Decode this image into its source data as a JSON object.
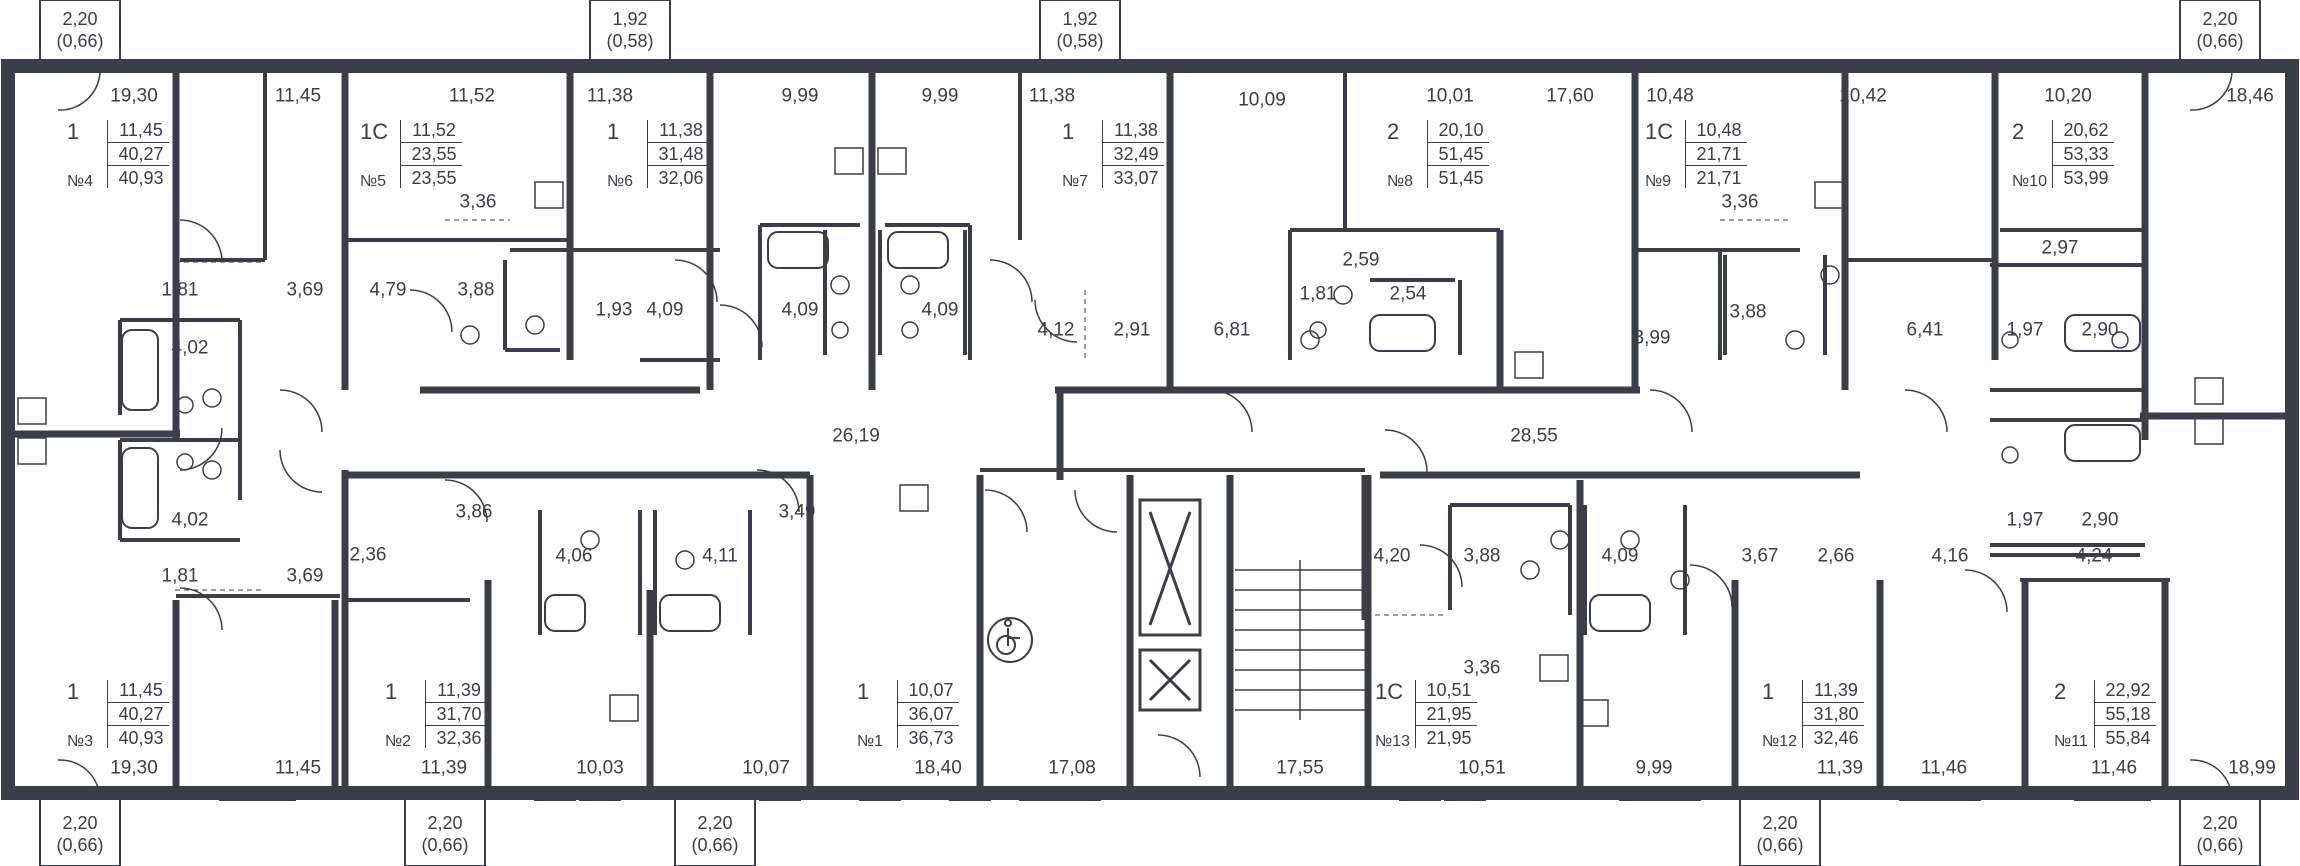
{
  "apartments": [
    {
      "id": "apt-4",
      "rooms": "1",
      "number": "№4",
      "living": "11,45",
      "total": "40,27",
      "area_with_balcony": "40,93"
    },
    {
      "id": "apt-5",
      "rooms": "1С",
      "number": "№5",
      "living": "11,52",
      "total": "23,55",
      "area_with_balcony": "23,55"
    },
    {
      "id": "apt-6",
      "rooms": "1",
      "number": "№6",
      "living": "11,38",
      "total": "31,48",
      "area_with_balcony": "32,06"
    },
    {
      "id": "apt-7",
      "rooms": "1",
      "number": "№7",
      "living": "11,38",
      "total": "32,49",
      "area_with_balcony": "33,07"
    },
    {
      "id": "apt-8",
      "rooms": "2",
      "number": "№8",
      "living": "20,10",
      "total": "51,45",
      "area_with_balcony": "51,45"
    },
    {
      "id": "apt-9",
      "rooms": "1С",
      "number": "№9",
      "living": "10,48",
      "total": "21,71",
      "area_with_balcony": "21,71"
    },
    {
      "id": "apt-10",
      "rooms": "2",
      "number": "№10",
      "living": "20,62",
      "total": "53,33",
      "area_with_balcony": "53,99"
    },
    {
      "id": "apt-3",
      "rooms": "1",
      "number": "№3",
      "living": "11,45",
      "total": "40,27",
      "area_with_balcony": "40,93"
    },
    {
      "id": "apt-2",
      "rooms": "1",
      "number": "№2",
      "living": "11,39",
      "total": "31,70",
      "area_with_balcony": "32,36"
    },
    {
      "id": "apt-1",
      "rooms": "1",
      "number": "№1",
      "living": "10,07",
      "total": "36,07",
      "area_with_balcony": "36,73"
    },
    {
      "id": "apt-13",
      "rooms": "1С",
      "number": "№13",
      "living": "10,51",
      "total": "21,95",
      "area_with_balcony": "21,95"
    },
    {
      "id": "apt-12",
      "rooms": "1",
      "number": "№12",
      "living": "11,39",
      "total": "31,80",
      "area_with_balcony": "32,46"
    },
    {
      "id": "apt-11",
      "rooms": "2",
      "number": "№11",
      "living": "22,92",
      "total": "55,18",
      "area_with_balcony": "55,84"
    }
  ],
  "balconies": [
    {
      "id": "b1",
      "area": "2,20",
      "reduced": "(0,66)"
    },
    {
      "id": "b2",
      "area": "1,92",
      "reduced": "(0,58)"
    },
    {
      "id": "b3",
      "area": "1,92",
      "reduced": "(0,58)"
    },
    {
      "id": "b4",
      "area": "2,20",
      "reduced": "(0,66)"
    },
    {
      "id": "b5",
      "area": "2,20",
      "reduced": "(0,66)"
    },
    {
      "id": "b6",
      "area": "2,20",
      "reduced": "(0,66)"
    },
    {
      "id": "b7",
      "area": "2,20",
      "reduced": "(0,66)"
    },
    {
      "id": "b8",
      "area": "2,20",
      "reduced": "(0,66)"
    },
    {
      "id": "b9",
      "area": "2,20",
      "reduced": "(0,66)"
    }
  ],
  "room_areas": [
    {
      "id": "r01",
      "value": "19,30"
    },
    {
      "id": "r02",
      "value": "11,45"
    },
    {
      "id": "r03",
      "value": "11,52"
    },
    {
      "id": "r04",
      "value": "11,38"
    },
    {
      "id": "r05",
      "value": "9,99"
    },
    {
      "id": "r06",
      "value": "9,99"
    },
    {
      "id": "r07",
      "value": "11,38"
    },
    {
      "id": "r08",
      "value": "10,09"
    },
    {
      "id": "r09",
      "value": "10,01"
    },
    {
      "id": "r10",
      "value": "17,60"
    },
    {
      "id": "r11",
      "value": "10,48"
    },
    {
      "id": "r12",
      "value": "10,42"
    },
    {
      "id": "r13",
      "value": "10,20"
    },
    {
      "id": "r14",
      "value": "18,46"
    },
    {
      "id": "r15",
      "value": "3,36"
    },
    {
      "id": "r16",
      "value": "3,36"
    },
    {
      "id": "r17",
      "value": "2,59"
    },
    {
      "id": "r18",
      "value": "2,97"
    },
    {
      "id": "r19",
      "value": "1,81"
    },
    {
      "id": "r20",
      "value": "3,69"
    },
    {
      "id": "r21",
      "value": "4,79"
    },
    {
      "id": "r22",
      "value": "3,88"
    },
    {
      "id": "r23",
      "value": "1,93"
    },
    {
      "id": "r24",
      "value": "4,09"
    },
    {
      "id": "r25",
      "value": "4,09"
    },
    {
      "id": "r26",
      "value": "4,09"
    },
    {
      "id": "r27",
      "value": "4,12"
    },
    {
      "id": "r28",
      "value": "2,91"
    },
    {
      "id": "r29",
      "value": "6,81"
    },
    {
      "id": "r30",
      "value": "1,81"
    },
    {
      "id": "r31",
      "value": "2,54"
    },
    {
      "id": "r32",
      "value": "3,99"
    },
    {
      "id": "r33",
      "value": "3,88"
    },
    {
      "id": "r34",
      "value": "6,41"
    },
    {
      "id": "r35",
      "value": "1,97"
    },
    {
      "id": "r36",
      "value": "2,90"
    },
    {
      "id": "r37",
      "value": "4,02"
    },
    {
      "id": "r38",
      "value": "26,19"
    },
    {
      "id": "r39",
      "value": "28,55"
    },
    {
      "id": "r40",
      "value": "4,02"
    },
    {
      "id": "r41",
      "value": "1,97"
    },
    {
      "id": "r42",
      "value": "2,90"
    },
    {
      "id": "r43",
      "value": "3,86"
    },
    {
      "id": "r44",
      "value": "3,49"
    },
    {
      "id": "r45",
      "value": "2,36"
    },
    {
      "id": "r46",
      "value": "4,06"
    },
    {
      "id": "r47",
      "value": "4,11"
    },
    {
      "id": "r48",
      "value": "1,81"
    },
    {
      "id": "r49",
      "value": "3,69"
    },
    {
      "id": "r50",
      "value": "4,20"
    },
    {
      "id": "r51",
      "value": "3,88"
    },
    {
      "id": "r52",
      "value": "4,09"
    },
    {
      "id": "r53",
      "value": "3,67"
    },
    {
      "id": "r54",
      "value": "2,66"
    },
    {
      "id": "r55",
      "value": "4,16"
    },
    {
      "id": "r56",
      "value": "4,24"
    },
    {
      "id": "r57",
      "value": "3,36"
    },
    {
      "id": "r58",
      "value": "19,30"
    },
    {
      "id": "r59",
      "value": "11,45"
    },
    {
      "id": "r60",
      "value": "11,39"
    },
    {
      "id": "r61",
      "value": "10,03"
    },
    {
      "id": "r62",
      "value": "10,07"
    },
    {
      "id": "r63",
      "value": "18,40"
    },
    {
      "id": "r64",
      "value": "17,08"
    },
    {
      "id": "r65",
      "value": "17,55"
    },
    {
      "id": "r66",
      "value": "10,51"
    },
    {
      "id": "r67",
      "value": "9,99"
    },
    {
      "id": "r68",
      "value": "11,39"
    },
    {
      "id": "r69",
      "value": "11,46"
    },
    {
      "id": "r70",
      "value": "11,46"
    },
    {
      "id": "r71",
      "value": "18,99"
    }
  ],
  "symbols": {
    "accessibility": "wheelchair-icon",
    "elevator": "elevator-icon",
    "stairs": "stairs-icon"
  },
  "colors": {
    "wall": "#3a3e48",
    "line": "#3a3e48",
    "background": "#ffffff"
  }
}
